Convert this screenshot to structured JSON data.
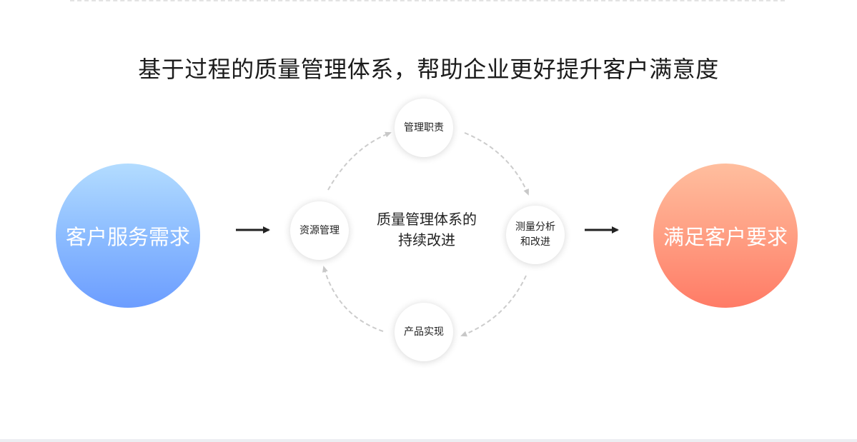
{
  "title": "基于过程的质量管理体系，帮助企业更好提升客户满意度",
  "customer_needs": "客户服务需求",
  "customer_satisfaction": "满足客户要求",
  "cycle": {
    "center": "质量管理体系的持续改进",
    "nodes": {
      "top": "管理职责",
      "left": "资源管理",
      "right": "测量分析和改进",
      "bottom": "产品实现"
    }
  },
  "colors": {
    "left_circle": [
      "#b3dcff",
      "#6c9dff"
    ],
    "right_circle": [
      "#ffbe9e",
      "#ff7b66"
    ],
    "arrow": "#222222",
    "cycle_arrow": "#cccccc"
  }
}
